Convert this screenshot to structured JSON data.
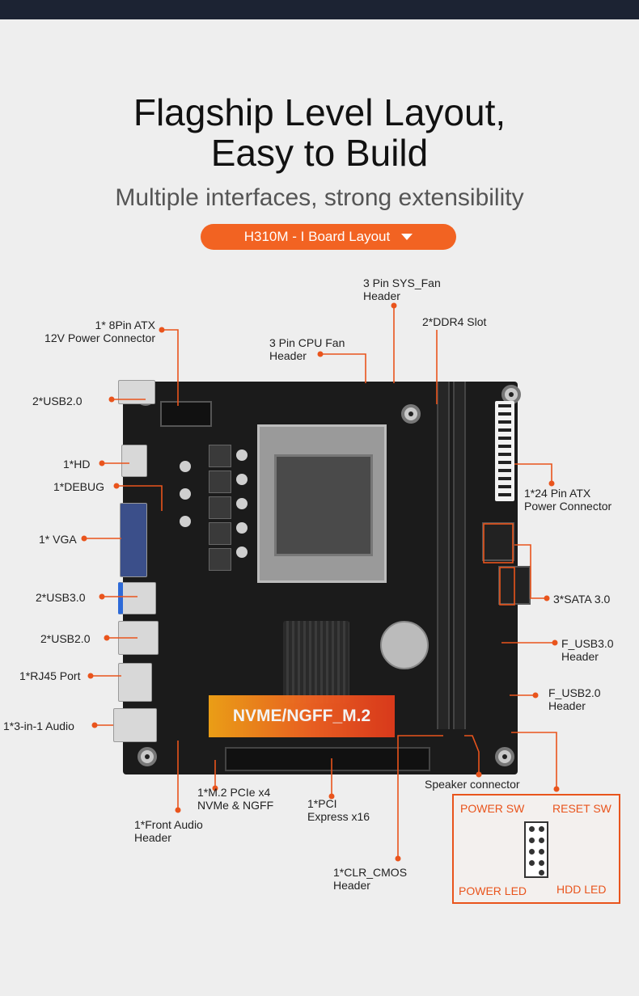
{
  "heading": {
    "title_line1": "Flagship Level Layout,",
    "title_line2": "Easy to Build",
    "subtitle": "Multiple interfaces, strong extensibility",
    "pill_label": "H310M - I  Board Layout"
  },
  "labels": {
    "sys_fan": [
      "3 Pin SYS_Fan",
      "Header"
    ],
    "ddr4": "2*DDR4 Slot",
    "atx8": [
      "1* 8Pin ATX",
      "12V Power Connector"
    ],
    "cpu_fan": [
      "3 Pin CPU Fan",
      "Header"
    ],
    "usb2_top": "2*USB2.0",
    "hd": "1*HD",
    "debug": "1*DEBUG",
    "atx24": [
      "1*24 Pin ATX",
      "Power Connector"
    ],
    "vga": "1* VGA",
    "usb3": "2*USB3.0",
    "sata": "3*SATA 3.0",
    "usb2_bottom": "2*USB2.0",
    "f_usb3": [
      "F_USB3.0",
      "Header"
    ],
    "rj45": "1*RJ45 Port",
    "f_usb2": [
      "F_USB2.0",
      "Header"
    ],
    "audio": "1*3-in-1 Audio",
    "m2_banner": "NVME/NGFF_M.2",
    "speaker": "Speaker connector",
    "m2": [
      "1*M.2 PCIe x4",
      "NVMe & NGFF"
    ],
    "pci": [
      "1*PCI",
      "Express x16"
    ],
    "front_audio": [
      "1*Front Audio",
      "Header"
    ],
    "clr_cmos": [
      "1*CLR_CMOS",
      "Header"
    ]
  },
  "front_panel": {
    "power_sw": "POWER SW",
    "reset_sw": "RESET SW",
    "power_led": "POWER LED",
    "hdd_led": "HDD  LED"
  },
  "colors": {
    "accent": "#f26322",
    "board": "#1b1b1b",
    "topbar": "#1c2333"
  }
}
